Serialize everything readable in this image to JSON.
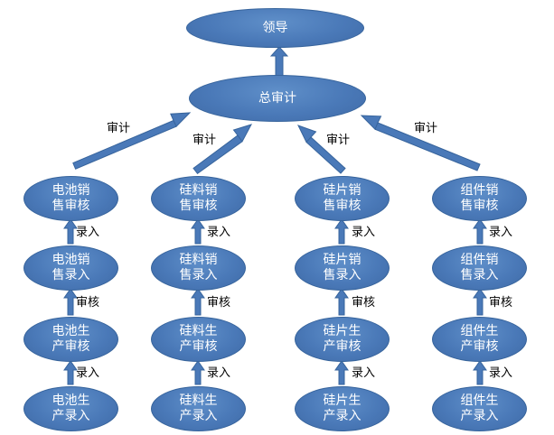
{
  "top": {
    "leader": "领导",
    "chief_audit": "总审计"
  },
  "columns": [
    {
      "sales_audit": [
        "电池销",
        "售审核"
      ],
      "sales_entry": [
        "电池销",
        "售录入"
      ],
      "prod_audit": [
        "电池生",
        "产审核"
      ],
      "prod_entry": [
        "电池生",
        "产录入"
      ]
    },
    {
      "sales_audit": [
        "硅料销",
        "售审核"
      ],
      "sales_entry": [
        "硅料销",
        "售录入"
      ],
      "prod_audit": [
        "硅料生",
        "产审核"
      ],
      "prod_entry": [
        "硅料生",
        "产录入"
      ]
    },
    {
      "sales_audit": [
        "硅片销",
        "售审核"
      ],
      "sales_entry": [
        "硅片销",
        "售录入"
      ],
      "prod_audit": [
        "硅片生",
        "产审核"
      ],
      "prod_entry": [
        "硅片生",
        "产录入"
      ]
    },
    {
      "sales_audit": [
        "组件销",
        "售审核"
      ],
      "sales_entry": [
        "组件销",
        "售录入"
      ],
      "prod_audit": [
        "组件生",
        "产审核"
      ],
      "prod_entry": [
        "组件生",
        "产录入"
      ]
    }
  ],
  "edge_labels": {
    "entry": "录入",
    "audit": "审核",
    "audit_report": "审计"
  },
  "colors": {
    "node_fill": "#4a79b8",
    "node_border": "#37649c",
    "arrow": "#4a79b8"
  }
}
